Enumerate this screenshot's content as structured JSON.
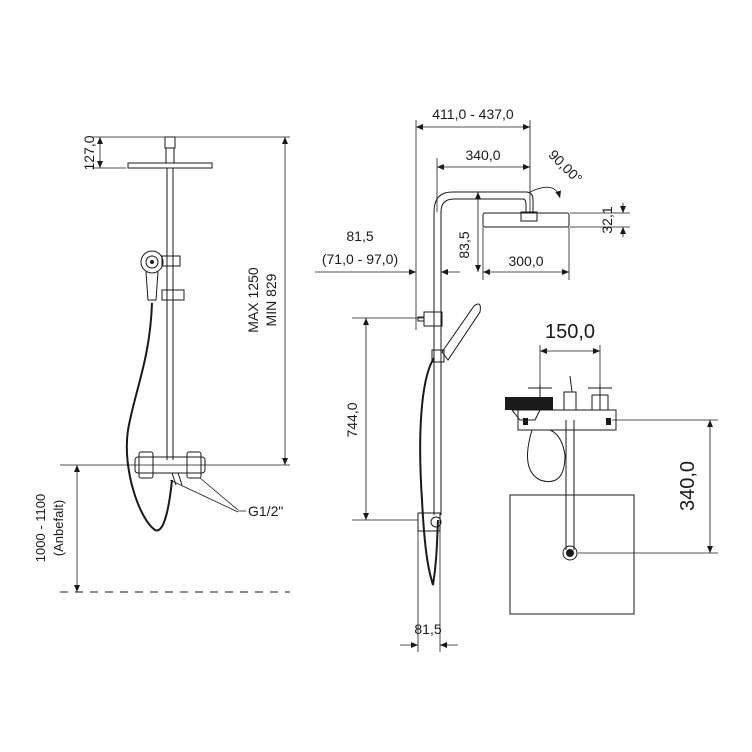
{
  "front_view": {
    "dim_top": "127,0",
    "dim_height_max": "MAX 1250",
    "dim_height_min": "MIN 829",
    "dim_install_range": "1000 - 1100",
    "dim_install_note": "(Anbefalt)",
    "connection_label": "G1/2\""
  },
  "side_view": {
    "dim_reach": "411,0 - 437,0",
    "dim_arm": "340,0",
    "dim_angle": "90,00°",
    "dim_head_thickness": "32,1",
    "dim_head_drop": "83,5",
    "dim_head_diameter": "300,0",
    "dim_wall_offset": "81,5",
    "dim_wall_offset_range": "(71,0 - 97,0)",
    "dim_bar_height": "744,0",
    "dim_bottom_offset": "81,5"
  },
  "detail_view": {
    "dim_center_spacing": "150,0",
    "dim_mixer_height": "340,0"
  }
}
